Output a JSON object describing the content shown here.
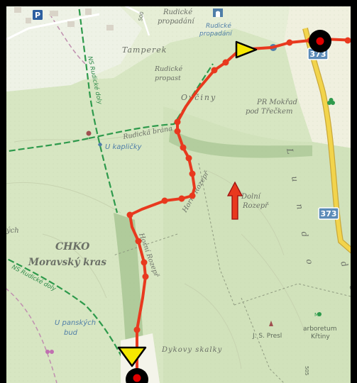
{
  "map": {
    "labels": {
      "tamperek": "Tamperek",
      "rudicke_propadani_top": "Rudické",
      "rudicke_propadani_top2": "propadání",
      "rudicke_propadani_sym": "Rudické",
      "rudicke_propadani_sym2": "propadání",
      "rudicke_propast_1": "Rudické",
      "rudicke_propast_2": "propast",
      "ovciny": "Ovčiny",
      "mokrad_1": "PR Mokřad",
      "mokrad_2": "pod Třečkem",
      "rudicka_brana": "Rudická brána",
      "u_kaplicky": "U kapličky",
      "horni_rozepi": "Horní Rozepř",
      "dolni_rozepr_1": "Dolní",
      "dolni_rozepr_2": "Rozepř",
      "chko_1": "CHKO",
      "chko_2": "Moravský kras",
      "ych": "ých",
      "ns_rudicke_doly_left": "NS Rudické doly",
      "ns_rudicke_doly_top": "NS Rudické doly",
      "u_panskych_1": "U panských",
      "u_panskych_2": "bud",
      "dykovy_skalky": "Dykovy skalky",
      "js_presl": "J. S. Presl",
      "arboretum_1": "arboretum",
      "arboretum_2": "Křtiny",
      "road_373_top": "373",
      "road_373_mid": "373",
      "valley_lundo": "L u n d o",
      "elev_500": "500",
      "elev_505": "505",
      "udo_edge": "d o"
    },
    "icons": {
      "parking": "P",
      "parking_icon": "parking-icon",
      "start_icon": "red-target-marker-icon",
      "end_icon": "red-target-marker-icon",
      "arrow_icon": "direction-arrow-icon",
      "waypoint_icon": "yellow-triangle-icon"
    },
    "colors": {
      "route": "#e8391e",
      "trail_green": "#2e9a4c",
      "road_yellow": "#f2d44c",
      "road_shield": "#5b8bb8",
      "marker": "#d10000",
      "triangle": "#f5e800"
    }
  }
}
